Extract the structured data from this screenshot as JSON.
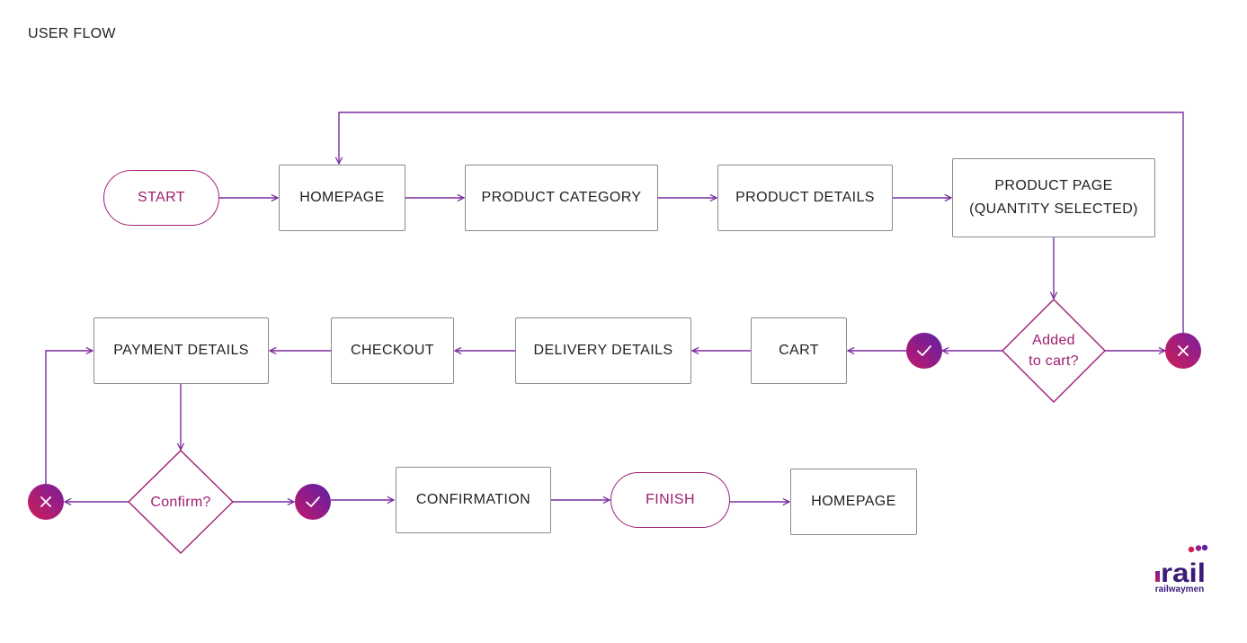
{
  "title": "USER FLOW",
  "colors": {
    "accent": "#a01d74",
    "connector": "#7a2c9e",
    "box_border": "#8a8a8a",
    "yes_gradient": [
      "#c2186a",
      "#5e21a6"
    ],
    "no_gradient": [
      "#d01d55",
      "#7a1fa0"
    ]
  },
  "terminals": {
    "start": "START",
    "finish": "FINISH"
  },
  "steps": {
    "homepage": "HOMEPAGE",
    "product_category": "PRODUCT CATEGORY",
    "product_details": "PRODUCT DETAILS",
    "product_page_line1": "PRODUCT PAGE",
    "product_page_line2": "(QUANTITY SELECTED)",
    "cart": "CART",
    "delivery_details": "DELIVERY DETAILS",
    "checkout": "CHECKOUT",
    "payment_details": "PAYMENT DETAILS",
    "confirmation": "CONFIRMATION",
    "homepage_end": "HOMEPAGE"
  },
  "decisions": {
    "added_to_cart_line1": "Added",
    "added_to_cart_line2": "to cart?",
    "confirm": "Confirm?"
  },
  "icons": {
    "yes": "check-icon",
    "no": "close-icon"
  },
  "logo": {
    "mark": "rail",
    "wordmark": "railwaymen"
  }
}
